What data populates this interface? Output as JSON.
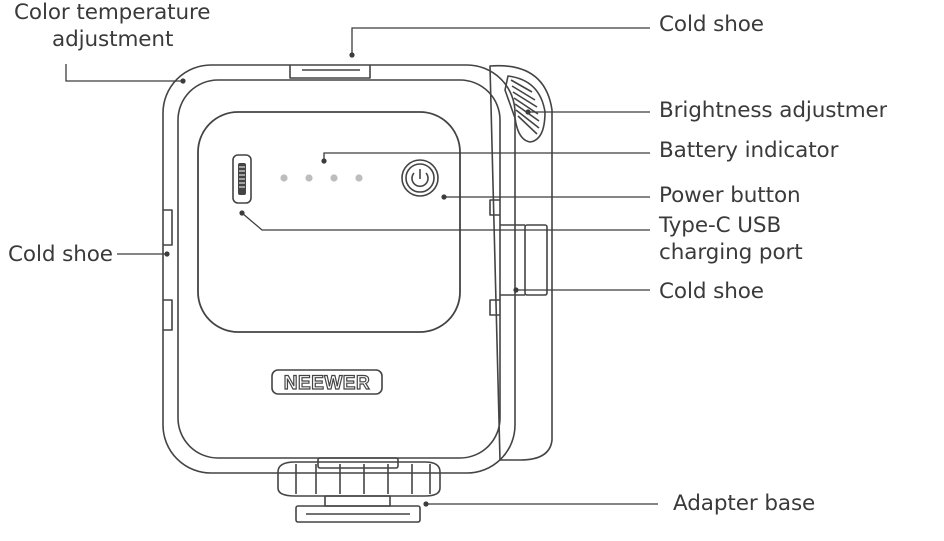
{
  "labels": {
    "color_temperature": [
      "Color temperature",
      "adjustment"
    ],
    "cold_shoe_top": "Cold shoe",
    "brightness": "Brightness adjustment",
    "battery": "Battery indicator",
    "power": "Power button",
    "typec": [
      "Type-C USB",
      "charging port"
    ],
    "cold_shoe_right": "Cold shoe",
    "cold_shoe_left": "Cold shoe",
    "adapter_base": "Adapter base"
  },
  "device": {
    "brand_logo": "NEEWER",
    "battery_dots": 4
  },
  "colors": {
    "line": "#3c3c3c",
    "text": "#3a3a3a",
    "indicator": "#bdbdbd"
  }
}
